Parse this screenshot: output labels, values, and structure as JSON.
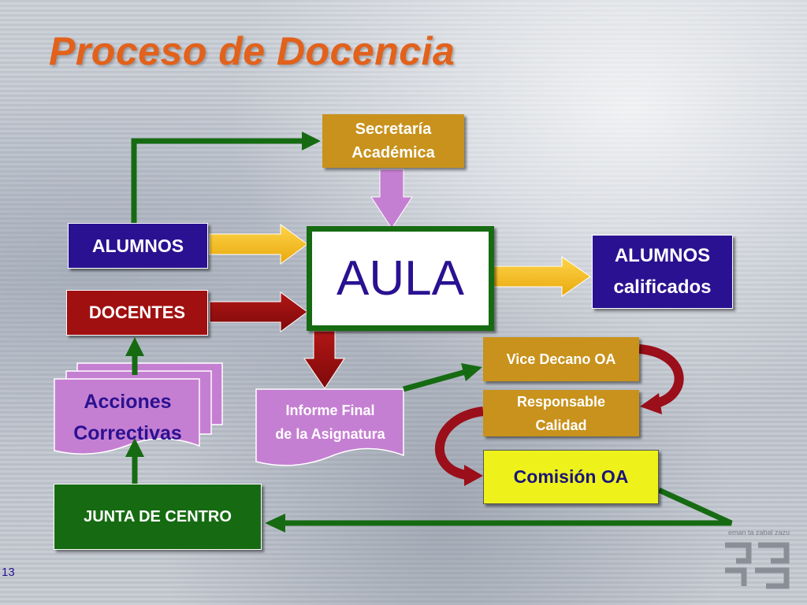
{
  "slide": {
    "title": "Proceso de Docencia",
    "page_number": "13",
    "logo_text": "eman ta zabal zazu"
  },
  "nodes": {
    "secretaria": [
      "Secretaría",
      "Académica"
    ],
    "alumnos": "ALUMNOS",
    "docentes": "DOCENTES",
    "aula": "AULA",
    "alumnos_calificados": [
      "ALUMNOS",
      "calificados"
    ],
    "acciones_correctivas": [
      "Acciones",
      "Correctivas"
    ],
    "informe_final": [
      "Informe Final",
      "de la Asignatura"
    ],
    "vice_decano": "Vice Decano OA",
    "responsable_calidad": [
      "Responsable",
      "Calidad"
    ],
    "comision": "Comisión OA",
    "junta": "JUNTA DE CENTRO"
  },
  "colors": {
    "title": "#e2611b",
    "navy": "#2a1191",
    "crimson": "#a01010",
    "green": "#166b12",
    "gold": "#c8921c",
    "yellow_arrow": "#f2b515",
    "lavender": "#c57fd2",
    "lime": "#eef21a"
  }
}
